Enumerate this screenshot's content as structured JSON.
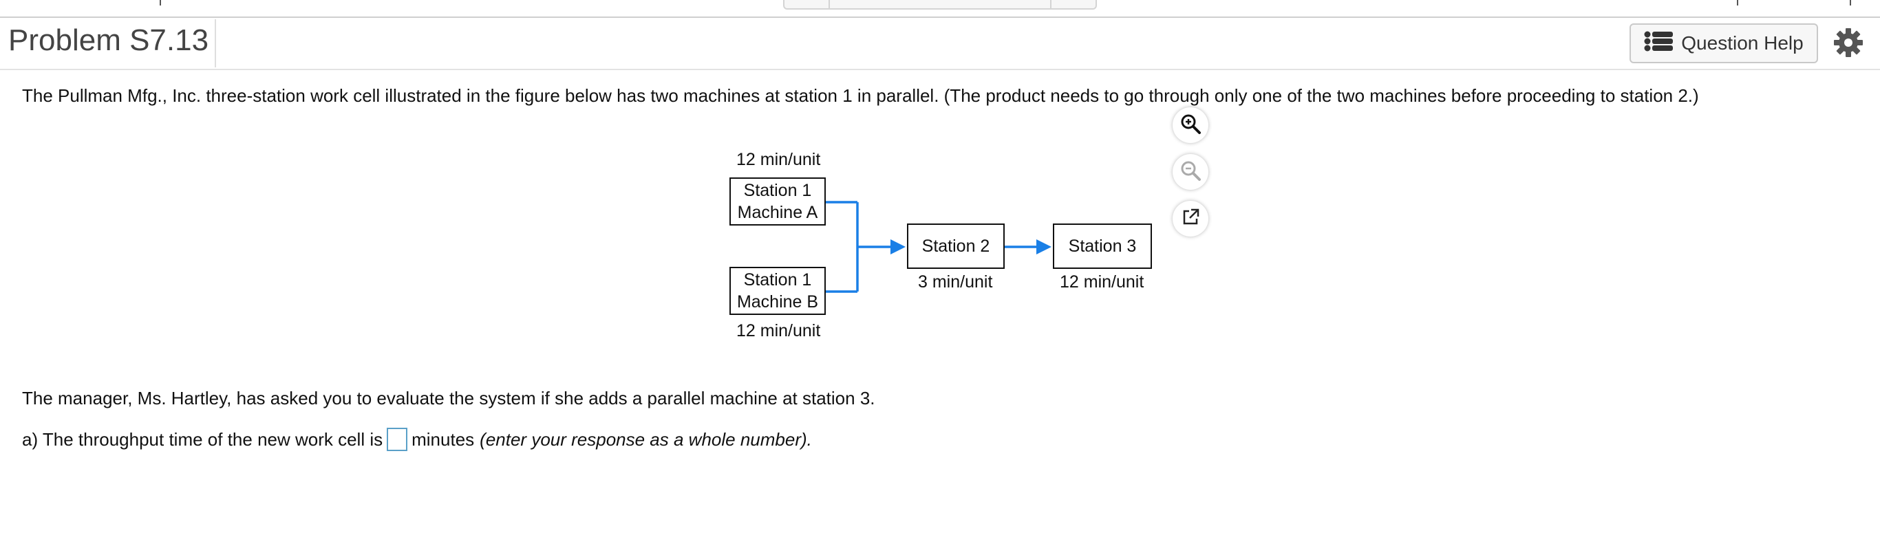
{
  "header": {
    "title": "Problem S7.13",
    "help_label": "Question Help"
  },
  "problem": {
    "intro": "The Pullman Mfg., Inc. three-station work cell illustrated in the figure below has two machines at station 1 in parallel. (The product needs to go through only one of the two machines before proceeding to station 2.)",
    "manager_text": "The manager, Ms. Hartley, has asked you to evaluate the system if she adds a parallel machine at station 3.",
    "question_prefix": "a) The throughput time of the new work cell is",
    "question_suffix": "minutes",
    "question_hint": "(enter your response as a whole number)."
  },
  "diagram": {
    "machine_a": {
      "line1": "Station 1",
      "line2": "Machine A",
      "rate": "12 min/unit"
    },
    "machine_b": {
      "line1": "Station 1",
      "line2": "Machine B",
      "rate": "12 min/unit"
    },
    "station2": {
      "label": "Station 2",
      "rate": "3 min/unit"
    },
    "station3": {
      "label": "Station 3",
      "rate": "12 min/unit"
    },
    "arrow_color": "#1a7fe6"
  },
  "zoom_controls": {
    "zoom_in": "zoom-in-icon",
    "zoom_out": "zoom-out-icon",
    "popout": "popout-icon"
  },
  "answer": {
    "value": ""
  }
}
